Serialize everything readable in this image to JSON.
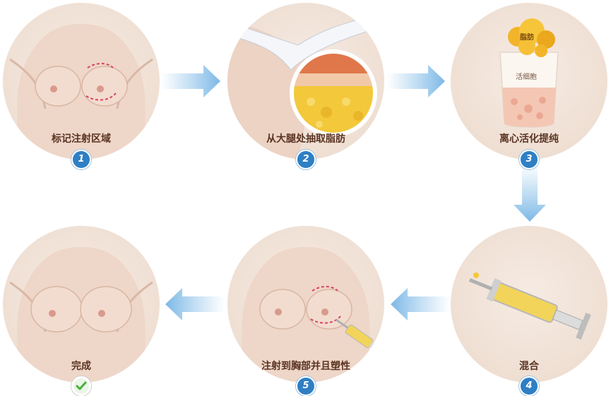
{
  "steps": [
    {
      "label": "标记注射区域",
      "number": "1",
      "icon": "body-marked-icon"
    },
    {
      "label": "从大腿处抽取脂肪",
      "number": "2",
      "icon": "thigh-fat-icon"
    },
    {
      "label": "离心活化提纯",
      "number": "3",
      "icon": "centrifuge-cup-icon",
      "cup_label": "活细胞",
      "fat_label": "脂肪"
    },
    {
      "label": "混合",
      "number": "4",
      "icon": "syringe-icon"
    },
    {
      "label": "注射到胸部并且塑性",
      "number": "5",
      "icon": "injection-icon"
    },
    {
      "label": "完成",
      "number": "",
      "icon": "done-body-icon",
      "badge_icon": "check-icon"
    }
  ],
  "colors": {
    "arrow": "#8ec3ea",
    "badge": "#2f7fc4",
    "caption": "#5a3322",
    "skin": "#efdcd0",
    "mark": "#d8455a",
    "check": "#4cae3c"
  }
}
